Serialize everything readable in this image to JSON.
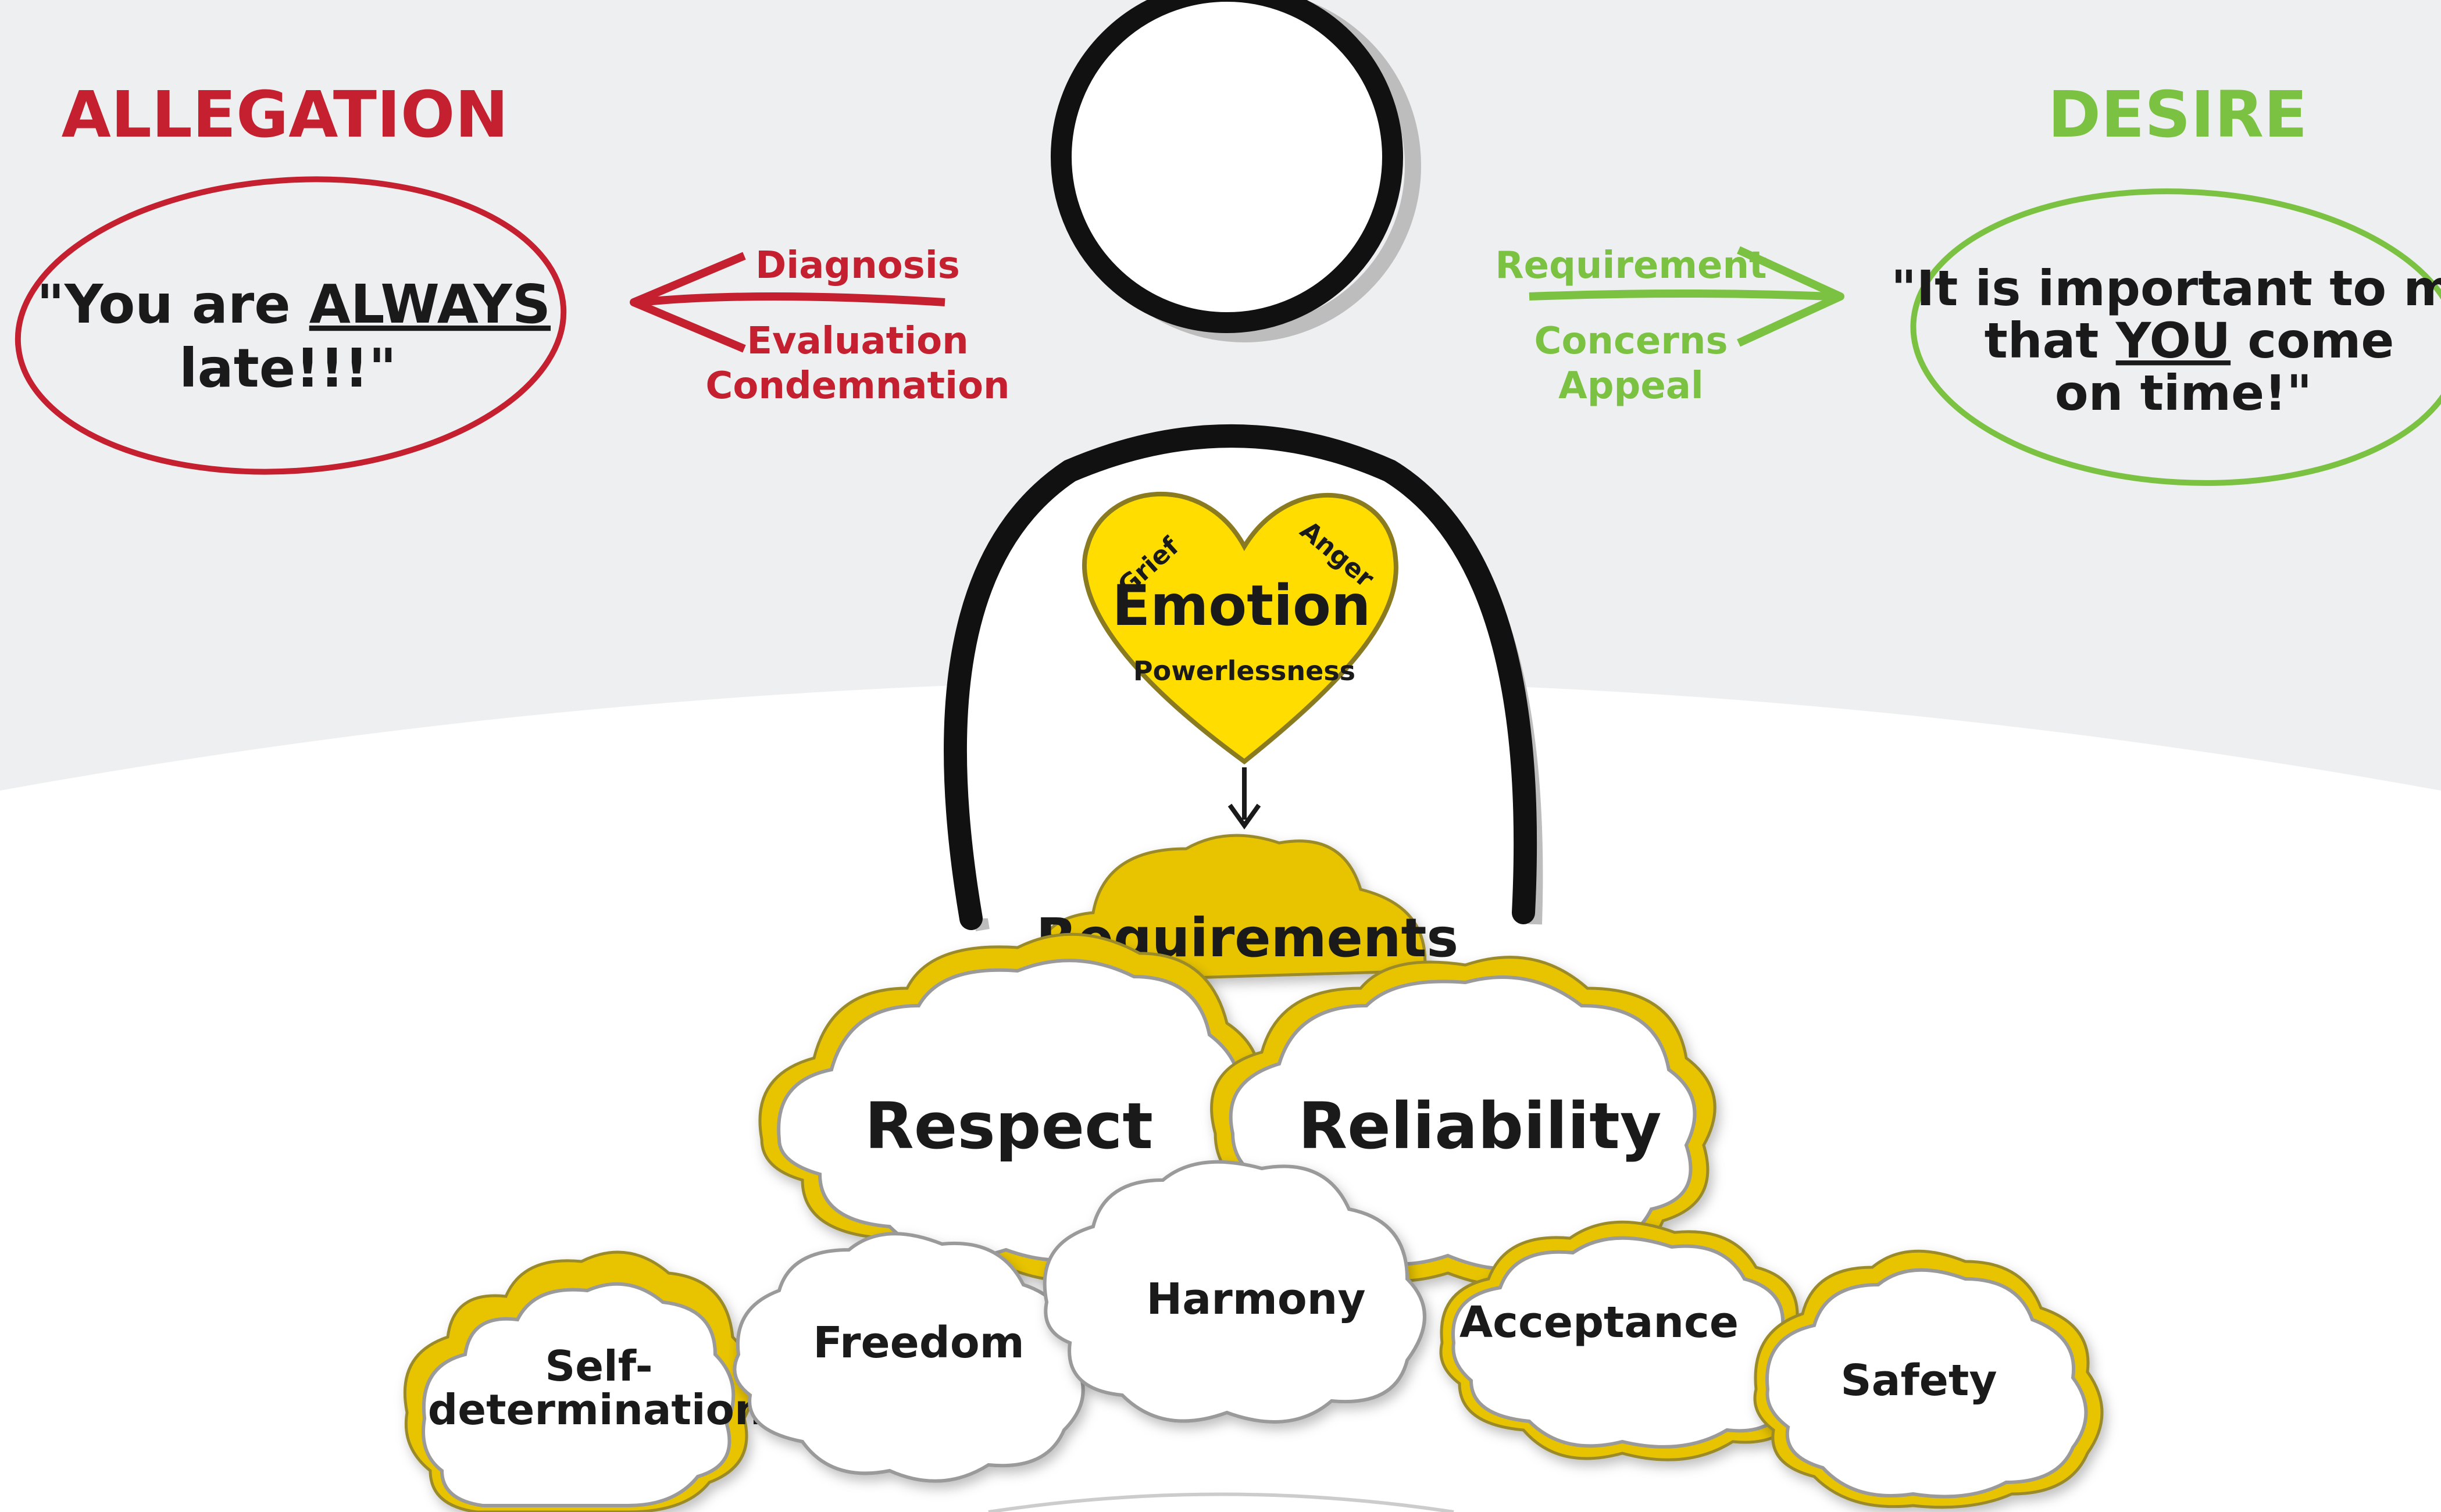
{
  "left": {
    "heading": "ALLEGATION",
    "quote_line1": "\"You are ",
    "quote_emph": "ALWAYS",
    "quote_line2": "late!!!\"",
    "arrow_labels": [
      "Diagnosis",
      "Evaluation",
      "Condemnation"
    ]
  },
  "right": {
    "heading": "DESIRE",
    "quote_line1": "\"It is important to me",
    "quote_line2a": "that ",
    "quote_emph": "YOU",
    "quote_line2b": " come",
    "quote_line3": "on time!\"",
    "arrow_labels": [
      "Requirement",
      "Concerns",
      "Appeal"
    ]
  },
  "heart": {
    "title": "Emotion",
    "words": [
      "Grief",
      "Anger",
      "Powerlessness"
    ]
  },
  "requirements": {
    "title": "Requirements",
    "clouds": [
      "Respect",
      "Reliability",
      "Harmony",
      "Freedom",
      "Self-",
      "determination",
      "Acceptance",
      "Safety"
    ]
  },
  "colors": {
    "allegation": "#c4202f",
    "desire": "#7cc242",
    "heart": "#ffdd00",
    "cloud_rim": "#e8c400",
    "background_top": "#eeeff0"
  }
}
